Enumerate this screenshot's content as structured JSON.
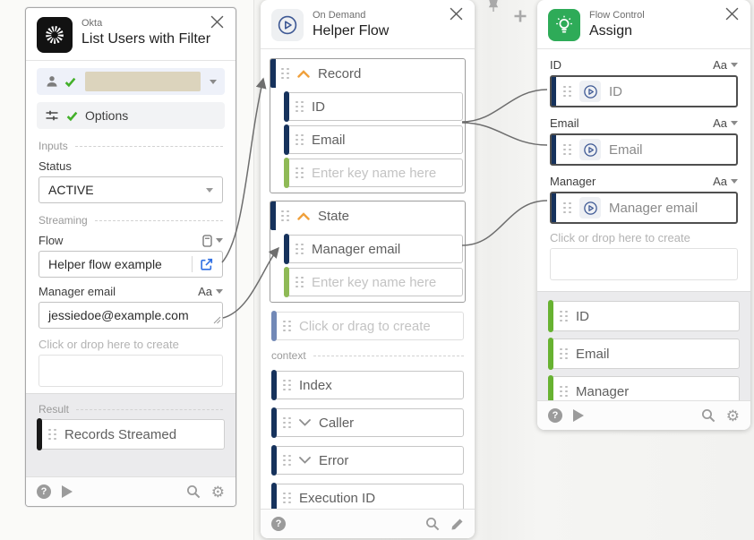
{
  "okta": {
    "app_name": "Okta",
    "title": "List Users with Filter",
    "options_label": "Options",
    "inputs_section": "Inputs",
    "status_label": "Status",
    "status_value": "ACTIVE",
    "streaming_section": "Streaming",
    "flow_label": "Flow",
    "flow_value": "Helper flow example",
    "manager_label": "Manager email",
    "type_selector": "Aa",
    "manager_value": "jessiedoe@example.com",
    "drop_hint": "Click or drop here to create",
    "result_section": "Result",
    "result_item": "Records Streamed"
  },
  "helper": {
    "app_name": "On Demand",
    "title": "Helper Flow",
    "record_group": "Record",
    "record_children": [
      "ID",
      "Email"
    ],
    "key_placeholder": "Enter key name here",
    "state_group": "State",
    "state_children": [
      "Manager email"
    ],
    "drag_hint": "Click or drag to create",
    "context_section": "context",
    "context_items": [
      "Index",
      "Caller",
      "Error",
      "Execution ID"
    ]
  },
  "assign": {
    "app_name": "Flow Control",
    "title": "Assign",
    "type_selector": "Aa",
    "fields": [
      {
        "label": "ID",
        "chip": "ID"
      },
      {
        "label": "Email",
        "chip": "Email"
      },
      {
        "label": "Manager",
        "chip": "Manager email"
      }
    ],
    "drop_hint": "Click or drop here to create",
    "outputs": [
      "ID",
      "Email",
      "Manager"
    ]
  },
  "colors": {
    "navy_bar": "#16325c",
    "key_green_bar": "#8fba56",
    "output_green_bar": "#67b231",
    "stream_blue_bar": "#7289b7",
    "result_black_bar": "#191919",
    "accent_blue": "#2f6fe3",
    "chevron_orange": "#f0a03c",
    "okta_black": "#121212",
    "flow_control_green": "#2eab58",
    "check_green": "#43b02a"
  }
}
